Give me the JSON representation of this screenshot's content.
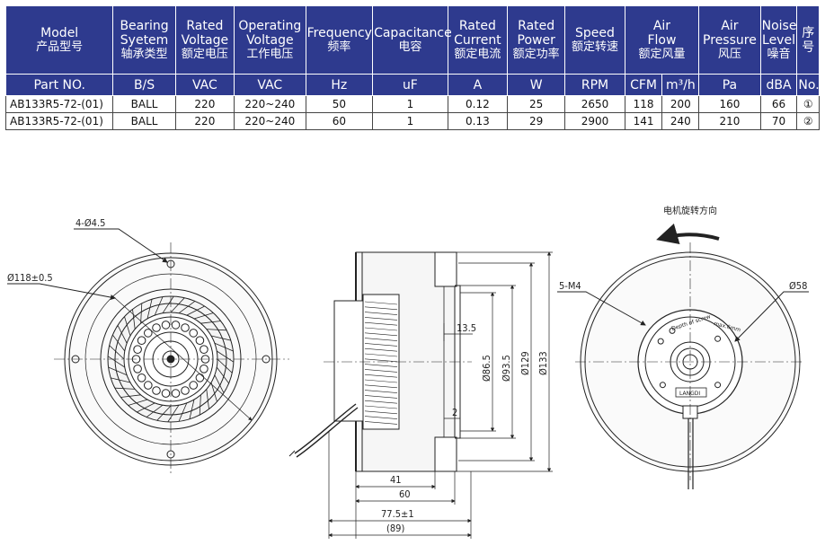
{
  "table": {
    "headers": [
      {
        "line1": "Model",
        "line2": "",
        "zh": "产品型号"
      },
      {
        "line1": "Bearing",
        "line2": "Syetem",
        "zh": "轴承类型"
      },
      {
        "line1": "Rated",
        "line2": "Voltage",
        "zh": "额定电压"
      },
      {
        "line1": "Operating",
        "line2": "Voltage",
        "zh": "工作电压"
      },
      {
        "line1": "Frequency",
        "line2": "",
        "zh": "频率"
      },
      {
        "line1": "Capacitance",
        "line2": "",
        "zh": "电容"
      },
      {
        "line1": "Rated",
        "line2": "Current",
        "zh": "额定电流"
      },
      {
        "line1": "Rated",
        "line2": "Power",
        "zh": "额定功率"
      },
      {
        "line1": "Speed",
        "line2": "",
        "zh": "额定转速"
      },
      {
        "line1": "Air",
        "line2": "Flow",
        "zh": "额定风量"
      },
      {
        "line1": "Air",
        "line2": "Pressure",
        "zh": "风压"
      },
      {
        "line1": "Noise",
        "line2": "Level",
        "zh": "噪音"
      },
      {
        "line1": "序",
        "line2": "号",
        "zh": ""
      }
    ],
    "units": [
      "Part NO.",
      "B/S",
      "VAC",
      "VAC",
      "Hz",
      "uF",
      "A",
      "W",
      "RPM",
      "CFM",
      "m³/h",
      "Pa",
      "dBA",
      "No."
    ],
    "rows": [
      [
        "AB133R5-72-(01)",
        "BALL",
        "220",
        "220~240",
        "50",
        "1",
        "0.12",
        "25",
        "2650",
        "118",
        "200",
        "160",
        "66",
        "①"
      ],
      [
        "AB133R5-72-(01)",
        "BALL",
        "220",
        "220~240",
        "60",
        "1",
        "0.13",
        "29",
        "2900",
        "141",
        "240",
        "210",
        "70",
        "②"
      ]
    ]
  },
  "drawing": {
    "front": {
      "holes": "4-Ø4.5",
      "diameter": "Ø118±0.5"
    },
    "side": {
      "dims": [
        "13.5",
        "Ø86.5",
        "Ø93.5",
        "Ø129",
        "Ø133",
        "2",
        "41",
        "60",
        "77.5±1",
        "(89)"
      ]
    },
    "back": {
      "rotation_note": "电机旋转方向",
      "screws": "5-M4",
      "diameter": "Ø58",
      "plate_text_1": "Depth of screw",
      "plate_text_2": "max.6mm",
      "brand": "LANGDI"
    }
  },
  "colors": {
    "header_bg": "#2e3a8e",
    "header_text": "#ffffff",
    "line": "#222222"
  }
}
